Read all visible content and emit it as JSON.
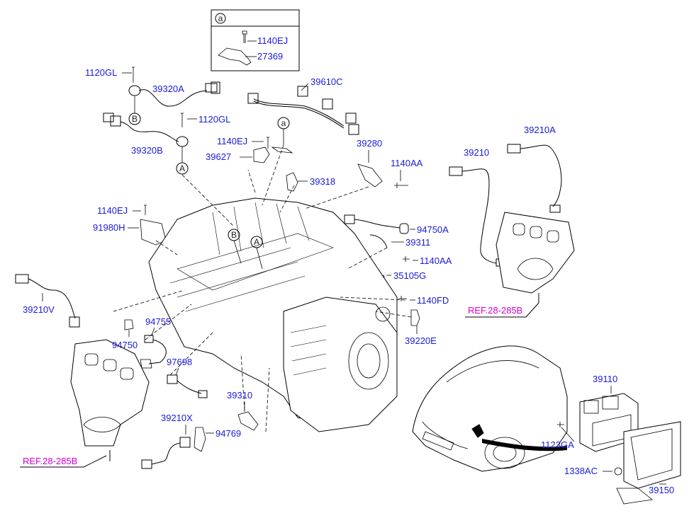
{
  "colors": {
    "part_label": "#1a1adb",
    "ref_label": "#d400d4",
    "line": "#000000",
    "background": "#ffffff"
  },
  "detail_box": {
    "callout": "a",
    "parts": [
      "1140EJ",
      "27369"
    ]
  },
  "parts": {
    "p1120GL_top": "1120GL",
    "p39320A": "39320A",
    "p1120GL_mid": "1120GL",
    "p39320B": "39320B",
    "p39610C": "39610C",
    "p1140EJ_mid": "1140EJ",
    "p39627": "39627",
    "p39280": "39280",
    "p1140AA_top": "1140AA",
    "p39210": "39210",
    "p39210A": "39210A",
    "p39318": "39318",
    "p1140EJ_left": "1140EJ",
    "p91980H": "91980H",
    "p94750A": "94750A",
    "p39311": "39311",
    "p1140AA_mid": "1140AA",
    "p35105G": "35105G",
    "p1140FD": "1140FD",
    "p39210V": "39210V",
    "p94755": "94755",
    "p94750": "94750",
    "p39220E": "39220E",
    "p97698": "97698",
    "p39310": "39310",
    "p39210X": "39210X",
    "p94769": "94769",
    "p39110": "39110",
    "p1123GA": "1123GA",
    "p1338AC": "1338AC",
    "p39150": "39150"
  },
  "callouts": {
    "a_engine": "a",
    "A_sensor": "A",
    "B_sensor": "B",
    "A_engine": "A",
    "B_engine": "B"
  },
  "refs": {
    "ref_right": "REF.28-285B",
    "ref_left": "REF.28-285B"
  }
}
